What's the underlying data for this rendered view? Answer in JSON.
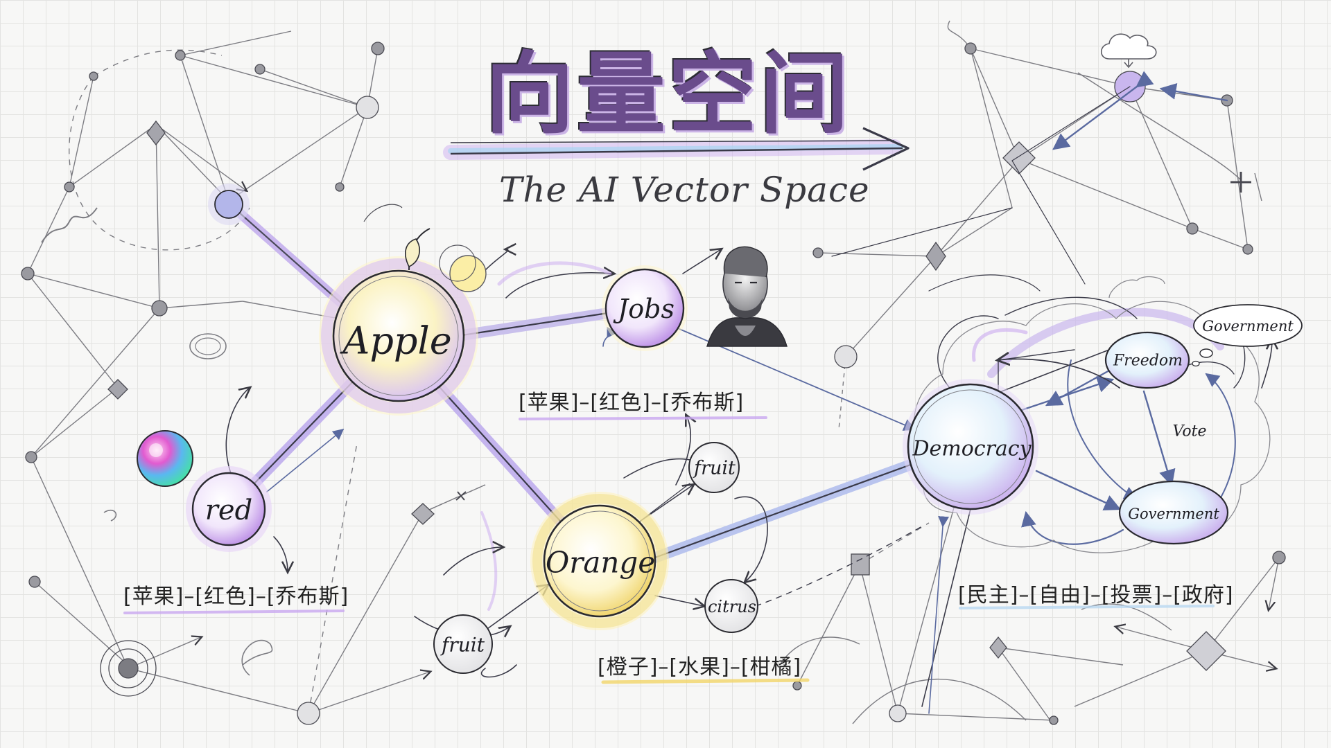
{
  "title": {
    "chinese": "向量空间",
    "english": "The AI Vector Space"
  },
  "nodes": [
    {
      "id": "apple",
      "label": "Apple"
    },
    {
      "id": "jobs",
      "label": "Jobs"
    },
    {
      "id": "red",
      "label": "red"
    },
    {
      "id": "orange",
      "label": "Orange"
    },
    {
      "id": "fruit-top",
      "label": "fruit"
    },
    {
      "id": "fruit-bottom",
      "label": "fruit"
    },
    {
      "id": "citrus",
      "label": "citrus"
    },
    {
      "id": "democracy",
      "label": "Democracy"
    },
    {
      "id": "freedom",
      "label": "Freedom"
    },
    {
      "id": "government-right",
      "label": "Government"
    },
    {
      "id": "government-top",
      "label": "Government"
    },
    {
      "id": "vote",
      "label": "Vote"
    }
  ],
  "captions": {
    "apple_cluster": "[苹果]–[红色]–[乔布斯]",
    "red_cluster": "[苹果]–[红色]–[乔布斯]",
    "orange_cluster": "[橙子]–[水果]–[柑橘]",
    "democracy_cluster": "[民主]–[自由]–[投票]–[政府]"
  },
  "colors": {
    "purple": "#c9a8f0",
    "yellow": "#f6e27a",
    "blue": "#a9d7f2",
    "ink": "#2a2a30",
    "pencil": "#7c7c82"
  }
}
